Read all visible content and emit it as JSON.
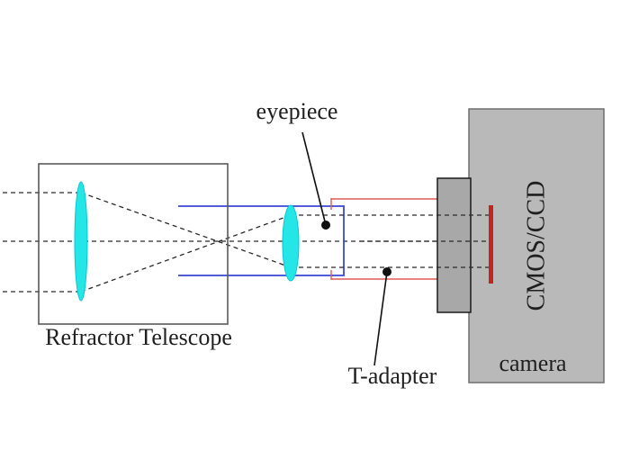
{
  "diagram": {
    "title_context": "eyepiece projection astrophotography setup",
    "labels": {
      "telescope": "Refractor Telescope",
      "eyepiece": "eyepiece",
      "t_adapter": "T-adapter",
      "camera": "camera",
      "sensor": "CMOS/CCD"
    },
    "colors": {
      "lens_cyan": "#25e6e6",
      "lens_edge": "#00c9d4",
      "tube_blue": "#3b48d8",
      "adapter_red": "#e05c55",
      "sensor_red": "#c32420",
      "camera_gray": "#b9b9b9",
      "camera_border": "#6e6e6e",
      "nosepiece_gray": "#a8a8a8",
      "nosepiece_border": "#1a1a1a",
      "ray_black": "#2a2a2a",
      "box_border": "#5a5a5a",
      "pointer_black": "#111111"
    }
  }
}
